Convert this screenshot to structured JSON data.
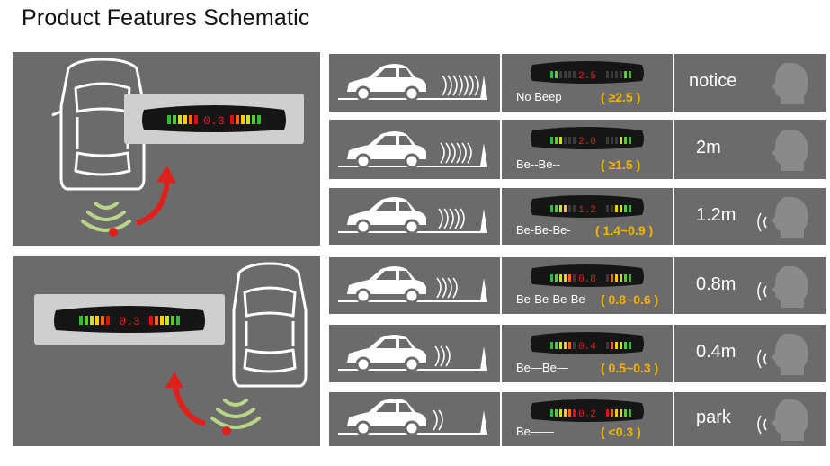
{
  "title": "Product Features Schematic",
  "colors": {
    "panel": "#6b6b6b",
    "range": "#f5b400",
    "arrow": "#e0201a",
    "sensor": "#b8d68a"
  },
  "left_displays": [
    "0.3",
    "0.3"
  ],
  "rows": [
    {
      "display": "2.5",
      "beep": "No Beep",
      "range": "( ≥2.5 )",
      "distance": "notice",
      "sound": false
    },
    {
      "display": "2.0",
      "beep": "Be--Be--",
      "range": "( ≥1.5 )",
      "distance": "2m",
      "sound": false
    },
    {
      "display": "1.2",
      "beep": "Be-Be-Be-",
      "range": "( 1.4~0.9 )",
      "distance": "1.2m",
      "sound": true
    },
    {
      "display": "0.8",
      "beep": "Be-Be-Be-Be-",
      "range": "( 0.8~0.6 )",
      "distance": "0.8m",
      "sound": true
    },
    {
      "display": "0.4",
      "beep": "Be—Be—",
      "range": "( 0.5~0.3 )",
      "distance": "0.4m",
      "sound": true
    },
    {
      "display": "0.2",
      "beep": "Be——",
      "range": "( <0.3 )",
      "distance": "park",
      "sound": true
    }
  ]
}
